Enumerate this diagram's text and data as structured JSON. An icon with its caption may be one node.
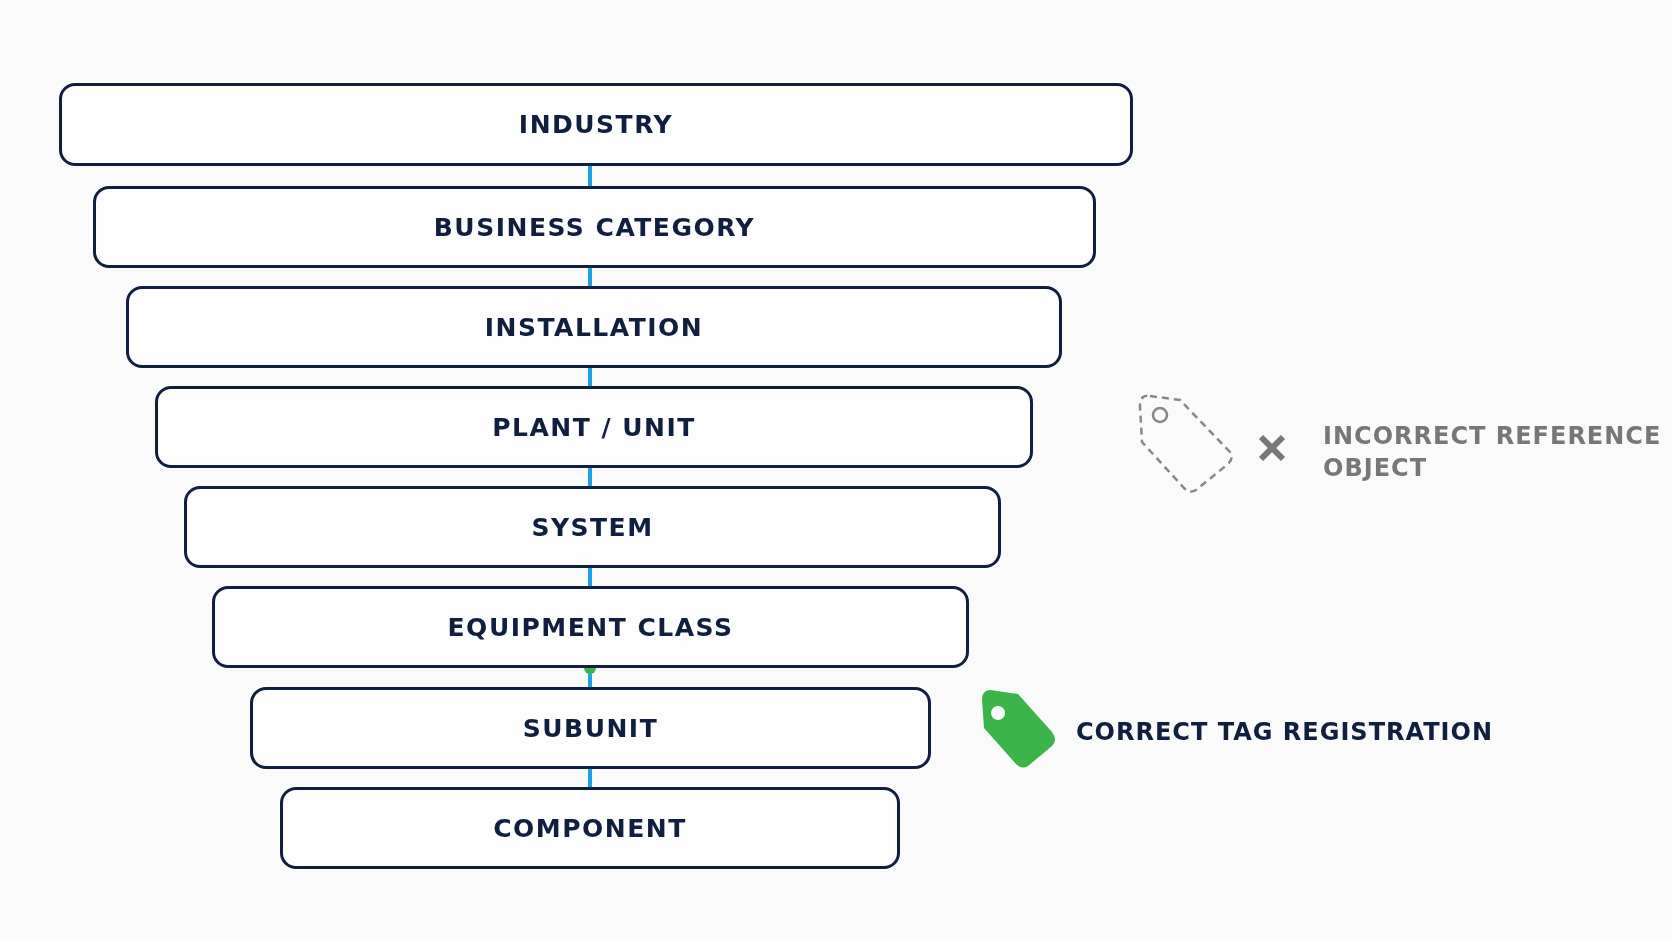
{
  "diagram": {
    "nodes": [
      {
        "text": [
          "INDUSTRY"
        ]
      },
      {
        "text": [
          "BUSINESS CATEGORY"
        ]
      },
      {
        "text": [
          "INSTALLATION"
        ]
      },
      {
        "text": [
          "PLANT / UNIT"
        ]
      },
      {
        "text": [
          "SYSTEM"
        ]
      },
      {
        "text": [
          "EQUIPMENT CLASS"
        ]
      },
      {
        "text": [
          "SUBUNIT"
        ]
      },
      {
        "text": [
          "COMPONENT"
        ]
      }
    ],
    "edges": [
      {
        "from": 0,
        "to": 1,
        "arrow": "none"
      },
      {
        "from": 1,
        "to": 2,
        "arrow": "none"
      },
      {
        "from": 2,
        "to": 3,
        "arrow": "none"
      },
      {
        "from": 3,
        "to": 4,
        "arrow": "none"
      },
      {
        "from": 4,
        "to": 5,
        "arrow": "none"
      },
      {
        "from": 5,
        "to": 6,
        "arrow": "none"
      },
      {
        "from": 6,
        "to": 7,
        "arrow": "none"
      }
    ],
    "labels": [
      "INCORRECT REFERENCE OBJECT",
      "CORRECT TAG REGISTRATION"
    ]
  }
}
